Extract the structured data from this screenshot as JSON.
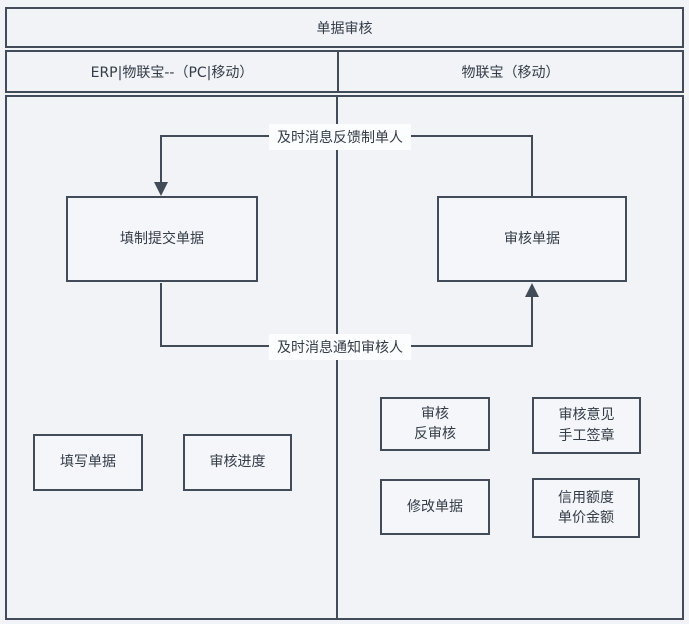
{
  "title": "单据审核",
  "lanes": {
    "left": "ERP|物联宝--（PC|移动）",
    "right": "物联宝（移动）"
  },
  "edge_labels": {
    "feedback": "及时消息反馈制单人",
    "notify": "及时消息通知审核人"
  },
  "nodes": {
    "fill_submit": "填制提交单据",
    "audit": "审核单据",
    "fill_form": "填写单据",
    "audit_progress": "审核进度",
    "audit_unaudit": {
      "line1": "审核",
      "line2": "反审核"
    },
    "opinion_sign": {
      "line1": "审核意见",
      "line2": "手工签章"
    },
    "modify": "修改单据",
    "credit_amount": {
      "line1": "信用额度",
      "line2": "单价金额"
    }
  },
  "colors": {
    "line": "#414c58",
    "text": "#333c47",
    "background": "#f1f3f7",
    "node_fill": "#f4f6fa",
    "label_background": "#fcfdfe"
  }
}
